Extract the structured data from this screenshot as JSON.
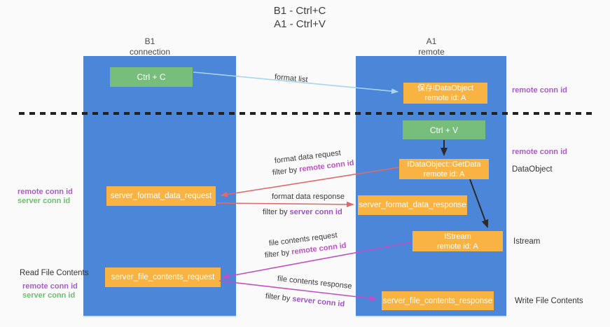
{
  "title": {
    "line1": "B1 - Ctrl+C",
    "line2": "A1 - Ctrl+V"
  },
  "lanes": {
    "left": {
      "title": "B1",
      "subtitle": "connection"
    },
    "right": {
      "title": "A1",
      "subtitle": "remote"
    }
  },
  "boxes": {
    "ctrl_c": {
      "label": "Ctrl + C"
    },
    "ctrl_v": {
      "label": "Ctrl + V"
    },
    "save_idataobject": {
      "line1": "保存IDataObject",
      "line2": "remote id: A"
    },
    "idataobject_getdata": {
      "line1": "IDataObject::GetData",
      "line2": "remote id: A"
    },
    "server_format_data_request": {
      "label": "server_format_data_request"
    },
    "server_format_data_response": {
      "label": "server_format_data_response"
    },
    "istream": {
      "line1": "IStream",
      "line2": "remote id: A"
    },
    "server_file_contents_request": {
      "label": "server_file_contents_request"
    },
    "server_file_contents_response": {
      "label": "server_file_contents_response"
    }
  },
  "arrow_labels": {
    "format_list": "format list",
    "format_data_request": "format data request",
    "format_data_response": "format data response",
    "file_contents_request": "file contents request",
    "file_contents_response": "file contents response",
    "filter_by": "filter by ",
    "remote_conn_id": "remote conn id",
    "server_conn_id": "server conn id"
  },
  "side_labels": {
    "remote_conn_id": "remote conn id",
    "server_conn_id": "server conn id",
    "dataobject": "DataObject",
    "istream": "Istream",
    "read_file_contents": "Read File Contents",
    "write_file_contents": "Write File Contents"
  },
  "colors": {
    "background": "#fafafa",
    "lane_blue": "#4c86d8",
    "box_green": "#77be7c",
    "box_orange": "#f9b342",
    "arrow_light_blue": "#a9d4f2",
    "arrow_red": "#e06a6a",
    "arrow_magenta": "#c44fc4",
    "arrow_black": "#2b2b2b",
    "label_purple": "#a85cc8",
    "label_green": "#6cbf70",
    "label_magenta": "#c24ec8"
  }
}
